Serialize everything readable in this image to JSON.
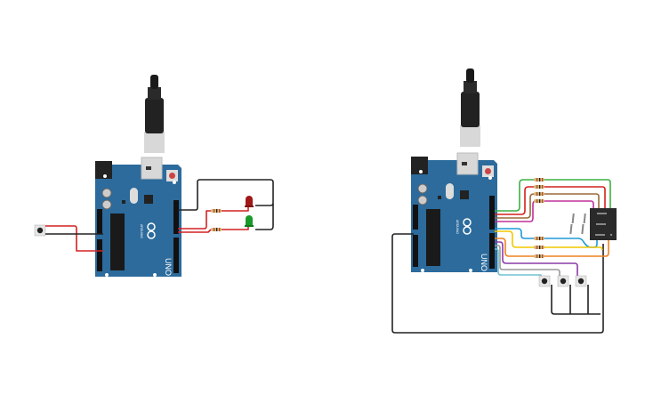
{
  "boards": [
    {
      "model_label": "UNO",
      "brand_label": "ARDUINO"
    },
    {
      "model_label": "UNO",
      "brand_label": "ARDUINO"
    }
  ],
  "colors": {
    "board": "#2c6b9c",
    "wire_black": "#222222",
    "wire_red": "#d42020",
    "wire_green": "#3cb043",
    "wire_brown": "#9a6a3a",
    "wire_magenta": "#c0309a",
    "wire_blue": "#1e9ad6",
    "wire_yellow": "#f0c800",
    "wire_orange": "#f08020",
    "wire_purple": "#8a3aa8",
    "wire_gray": "#999999",
    "wire_cyan": "#70c0d0",
    "led_red": "#a01818",
    "led_green": "#1a9a2a"
  }
}
